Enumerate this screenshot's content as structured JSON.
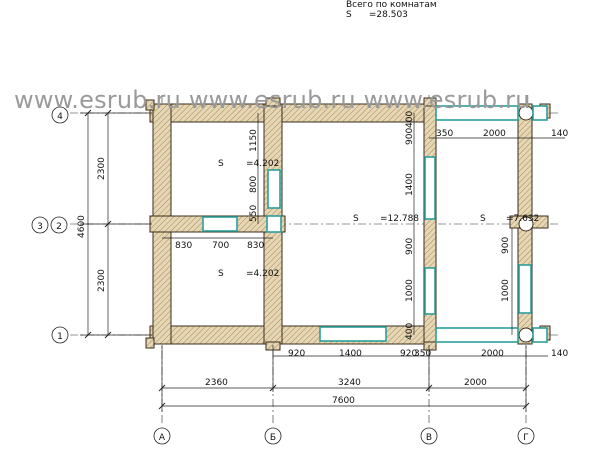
{
  "header": {
    "line1": "Всего по комнатам",
    "line2": "S      =28.503"
  },
  "watermark": {
    "text": "www.esrub.ru www.esrub.ru www.esrub.ru"
  },
  "room_areas": [
    {
      "label": "S",
      "value": "=4.202"
    },
    {
      "label": "S",
      "value": "=4.202"
    },
    {
      "label": "S",
      "value": "=12.788"
    },
    {
      "label": "S",
      "value": "=7.632"
    }
  ],
  "axes": {
    "horizontal": [
      "4",
      "3",
      "2",
      "1"
    ],
    "vertical": [
      "А",
      "Б",
      "В",
      "Г"
    ]
  },
  "dimensions": {
    "left_inner": [
      "2300",
      "2300"
    ],
    "left_total": "4600",
    "bottom_chain": [
      "2360",
      "3240",
      "2000"
    ],
    "bottom_total": "7600",
    "room_row": [
      "830",
      "700",
      "830"
    ],
    "bottom_openings": [
      "920",
      "1400",
      "920",
      "350",
      "2000",
      "140"
    ],
    "top_openings": [
      "350",
      "2000",
      "140"
    ],
    "wall_b": [
      "1150",
      "800",
      "550"
    ],
    "wall_v": [
      "900",
      "1400",
      "900",
      "1000",
      "400"
    ],
    "wall_g": [
      "900",
      "1000"
    ],
    "small_400_top": "400"
  },
  "colors": {
    "wall_fill": "#e6d6b4",
    "wall_hatch": "#a48a5c",
    "wall_stroke": "#3a2e1c",
    "opening": "#2b9e9b",
    "axis_line": "#2a2a2a",
    "watermark": "#9a9a9a"
  }
}
